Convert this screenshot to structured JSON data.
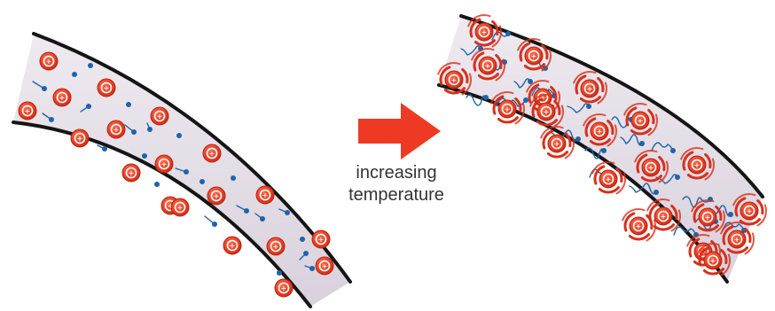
{
  "caption": {
    "line1": "increasing",
    "line2": "temperature"
  },
  "colors": {
    "wire_fill": "#e7e1e9",
    "wire_edge": "#151515",
    "ion_fill": "#e8351e",
    "ion_ring": "#ffffff",
    "vibration_mark": "#d6301b",
    "electron": "#1d64ab",
    "arrow": "#ee3a24",
    "caption_text": "#333333"
  },
  "icons": {
    "ion_symbol": "+",
    "arrow": "right-arrow-icon",
    "electron_trail": "electron-path"
  }
}
